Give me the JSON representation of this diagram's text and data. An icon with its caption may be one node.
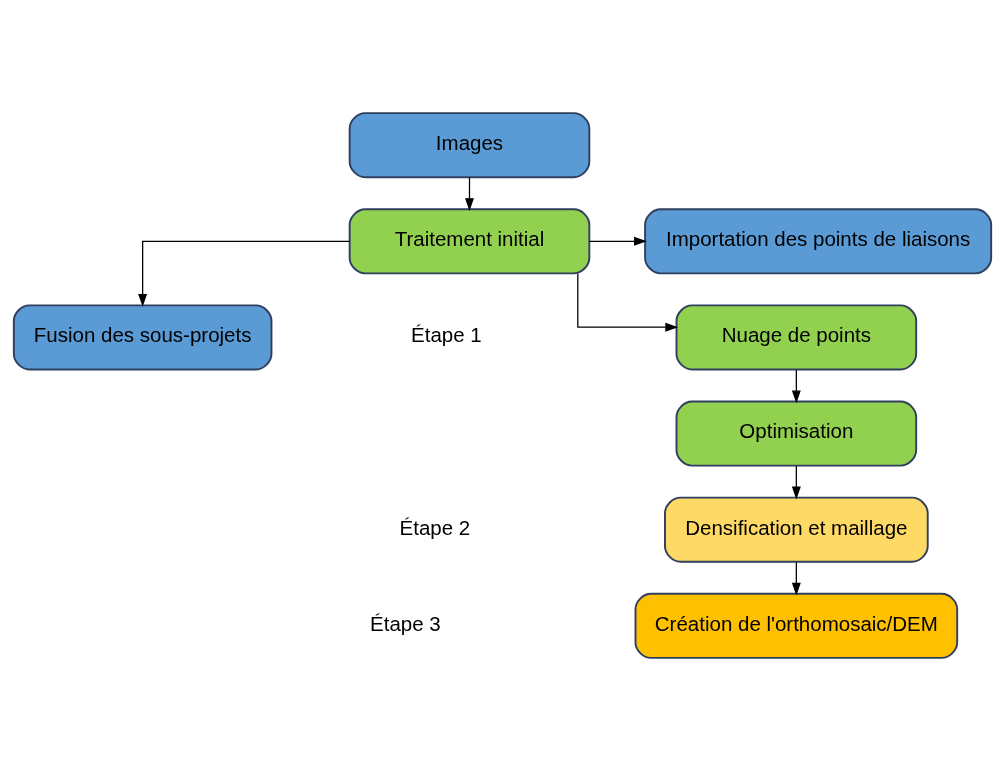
{
  "diagram": {
    "nodes": [
      {
        "text": [
          "Images"
        ]
      },
      {
        "text": [
          "Traitement initial"
        ]
      },
      {
        "text": [
          "Nuage de points"
        ]
      },
      {
        "text": [
          "Optimisation"
        ]
      },
      {
        "text": [
          "Densification et maillage"
        ]
      },
      {
        "text": [
          "Création de l'orthomosaic/DEM"
        ]
      },
      {
        "text": [
          "Importation des points de liaisons"
        ]
      },
      {
        "text": [
          "Fusion des sous-projets"
        ]
      }
    ],
    "edges": [
      {
        "from": 0,
        "to": 1,
        "arrow": "to"
      },
      {
        "from": 1,
        "to": 2,
        "arrow": "to"
      },
      {
        "from": 2,
        "to": 3,
        "arrow": "to"
      },
      {
        "from": 3,
        "to": 4,
        "arrow": "to"
      },
      {
        "from": 4,
        "to": 5,
        "arrow": "to"
      },
      {
        "from": 1,
        "to": 6,
        "arrow": "to"
      },
      {
        "from": 1,
        "to": 7,
        "arrow": "to"
      }
    ],
    "labels": [
      "Étape 1",
      "Étape 2",
      "Étape 3"
    ]
  }
}
